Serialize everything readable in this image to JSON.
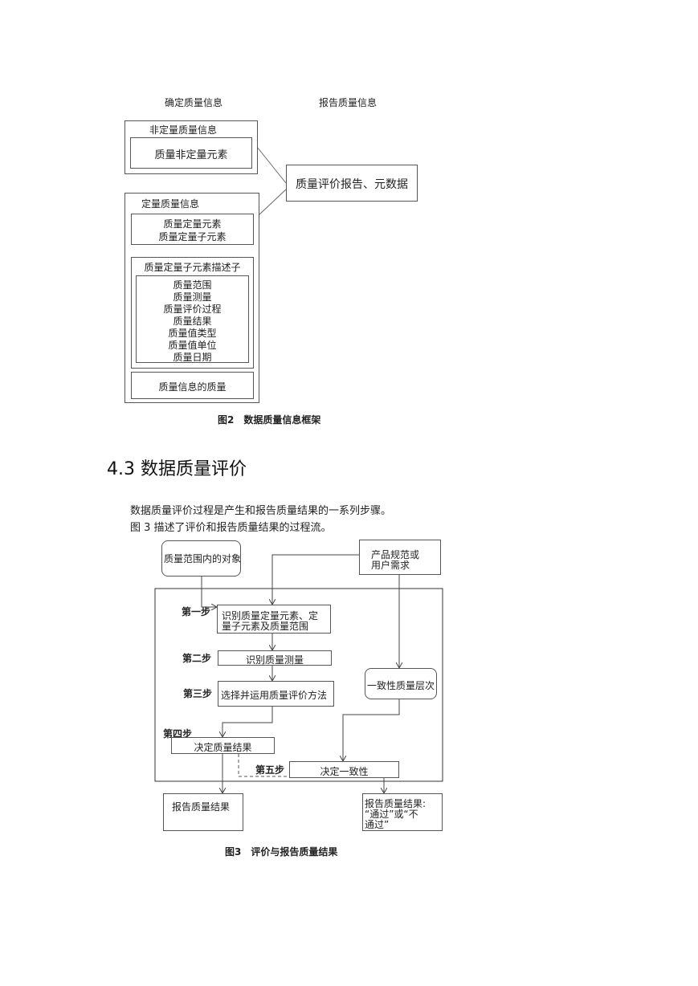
{
  "fig2": {
    "col_left": "确定质量信息",
    "col_right": "报告质量信息",
    "nonquant_title": "非定量质量信息",
    "nonquant_elem": "质量非定量元素",
    "report_box": "质量评价报告、元数据",
    "quant_title": "定量质量信息",
    "quant_elem_1": "质量定量元素",
    "quant_elem_2": "质量定量子元素",
    "desc_title": "质量定量子元素描述子",
    "desc_items": [
      "质量范围",
      "质量测量",
      "质量评价过程",
      "质量结果",
      "质量值类型",
      "质量值单位",
      "质量日期"
    ],
    "meta_quality": "质量信息的质量",
    "caption": "图2　数据质量信息框架"
  },
  "section": {
    "heading": "4.3  数据质量评价",
    "para_1": "数据质量评价过程是产生和报告质量结果的一系列步骤。",
    "para_2": "图 3 描述了评价和报告质量结果的过程流。"
  },
  "fig3": {
    "input_obj": "质量范围内的对象",
    "input_spec_1": "产品规范或",
    "input_spec_2": "用户需求",
    "step1_label": "第一步",
    "step1_box_1": "识别质量定量元素、定",
    "step1_box_2": "量子元素及质量范围",
    "step2_label": "第二步",
    "step2_box": "识别质量测量",
    "step3_label": "第三步",
    "step3_box": "选择并运用质量评价方法",
    "conformance_level": "一致性质量层次",
    "step4_label": "第四步",
    "step4_box": "决定质量结果",
    "step5_label": "第五步",
    "step5_box": "决定一致性",
    "out_report": "报告质量结果",
    "out_pass_1": "报告质量结果:",
    "out_pass_2": "“通过”或“不",
    "out_pass_3": "通过”",
    "caption": "图3　评价与报告质量结果"
  }
}
